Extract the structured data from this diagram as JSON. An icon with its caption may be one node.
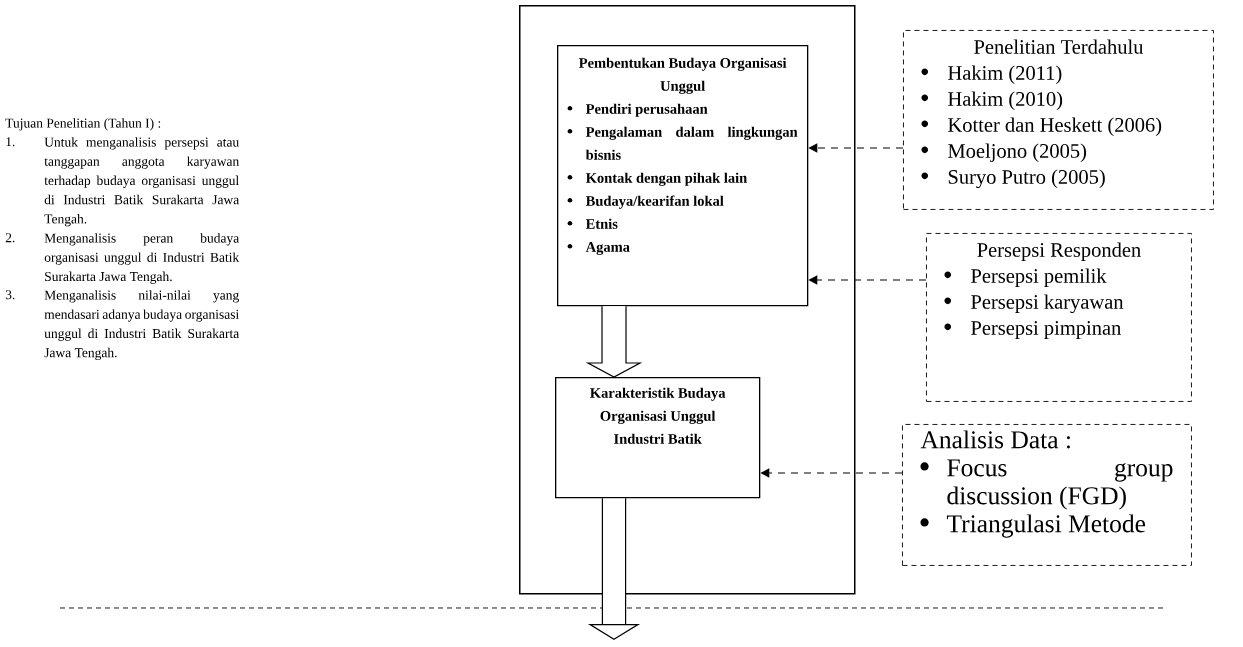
{
  "diagram": {
    "nodes": [
      {
        "text": [],
        "shape": "box"
      },
      {
        "text": [
          "Pembentukan Budaya Organisasi Unggul",
          "Pendiri perusahaan",
          "Pengalaman dalam lingkungan bisnis",
          "Kontak dengan pihak lain",
          "Budaya/kearifan lokal",
          "Etnis",
          "Agama"
        ],
        "in": 0
      },
      {
        "text": [
          "Karakteristik Budaya Organisasi Unggul Industri Batik"
        ],
        "in": 0
      },
      {
        "text": [
          "Penelitian Terdahulu",
          "Hakim (2011)",
          "Hakim (2010)",
          "Kotter dan Heskett (2006)",
          "Moeljono (2005)",
          "Suryo Putro (2005)"
        ]
      },
      {
        "text": [
          "Persepsi Responden",
          "Persepsi pemilik",
          "Persepsi karyawan",
          "Persepsi pimpinan"
        ]
      },
      {
        "text": [
          "Analisis Data :",
          "Focus group discussion (FGD)",
          "Triangulasi Metode"
        ]
      }
    ],
    "edges": [
      {
        "from": 3,
        "to": 1,
        "arrow": "to",
        "style": "dashed"
      },
      {
        "from": 4,
        "to": 1,
        "arrow": "to",
        "style": "dashed"
      },
      {
        "from": 1,
        "to": 2,
        "arrow": "to",
        "style": "thick"
      },
      {
        "from": 5,
        "to": 2,
        "arrow": "to",
        "style": "dashed"
      },
      {
        "from": 2,
        "to": null,
        "arrow": "to",
        "style": "thick"
      }
    ],
    "labels": [
      "Tujuan Penelitian (Tahun I) :",
      "1.",
      "Untuk menganalisis persepsi atau tanggapan anggota karyawan terhadap budaya organisasi unggul di Industri Batik Surakarta Jawa Tengah.",
      "2.",
      "Menganalisis peran budaya organisasi unggul di Industri Batik Surakarta Jawa Tengah.",
      "3.",
      "Menganalisis nilai-nilai yang mendasari adanya budaya organisasi unggul di Industri Batik Surakarta Jawa Tengah."
    ]
  }
}
